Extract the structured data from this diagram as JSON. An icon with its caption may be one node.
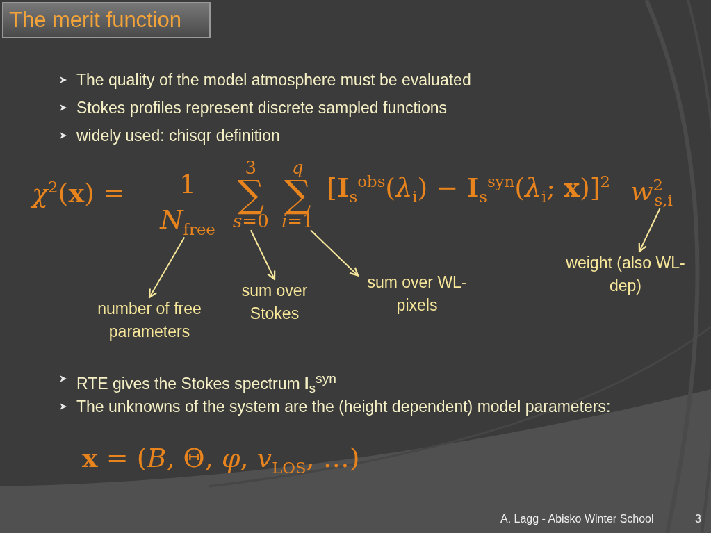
{
  "diagram": {
    "title": "The merit function",
    "nodes": [
      {
        "text": [
          "1",
          "*N*$_{free}$"
        ]
      },
      {
        "text": [
          "3",
          "∑",
          "*s*=0"
        ]
      },
      {
        "text": [
          "*q*",
          "∑",
          "*i*=1"
        ]
      },
      {
        "text": [
          "*w*$^{2}$$_{s,i}$"
        ]
      },
      {
        "text": [
          "number of free parameters"
        ]
      },
      {
        "text": [
          "sum over Stokes"
        ]
      },
      {
        "text": [
          "sum over WL-pixels"
        ]
      },
      {
        "text": [
          "weight (also WL-dep)"
        ]
      }
    ],
    "edges": [
      {
        "from": 0,
        "to": 4,
        "arrow": "to"
      },
      {
        "from": 1,
        "to": 5,
        "arrow": "to"
      },
      {
        "from": 2,
        "to": 6,
        "arrow": "to"
      },
      {
        "from": 3,
        "to": 7,
        "arrow": "to"
      }
    ],
    "labels": [
      "The quality of the model atmosphere must be evaluated",
      "Stokes profiles represent discrete sampled functions",
      "widely used: chisqr definition",
      "*χ*$^{2}$(**x**) =",
      "[**I**$_{s}$$^{obs}$(*λ*$_{i}$) − **I**$_{s}$$^{syn}$(*λ*$_{i}$; **x**)]$^{2}$",
      "RTE gives the Stokes spectrum **I**$_{s}$$^{syn}$",
      "The unknowns of the system are the (height dependent) model parameters:",
      "**x** = (*B*, Θ, *φ*, *v*$_{LOS}$, …)",
      "A. Lagg - Abisko Winter School",
      "3"
    ]
  }
}
